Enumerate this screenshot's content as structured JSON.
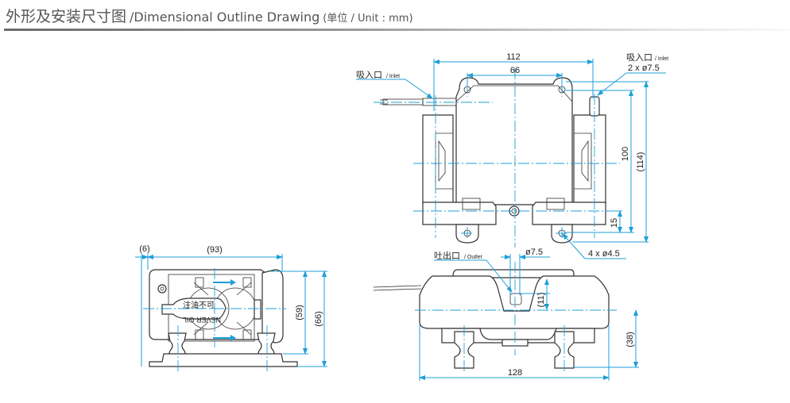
{
  "header": {
    "title_cn": "外形及安装尺寸图",
    "title_en": "/Dimensional Outline Drawing",
    "unit": "(单位 / Unit : mm)"
  },
  "colors": {
    "dimension_line": "#1e9fd8",
    "outline": "#333333",
    "title_text": "#555555"
  },
  "top_view": {
    "inlet_left_cn": "吸入口",
    "inlet_left_en": "/ Inlet",
    "inlet_right_cn": "吸入口",
    "inlet_right_en": "/ Inlet",
    "inlet_right_spec": "2 x ø7.5",
    "dim_overall_width": "112",
    "dim_hole_pitch": "66",
    "dim_height": "100",
    "dim_overall_height": "(114)",
    "dim_foot": "15",
    "mount_holes": "4 x ø4.5"
  },
  "side_view": {
    "dim_offset": "(6)",
    "dim_width": "(93)",
    "dim_inner_height": "(59)",
    "dim_height": "(66)",
    "label_cn": "注油不可",
    "label_en": "NEVER OIL"
  },
  "front_view": {
    "outlet_cn": "吐出口",
    "outlet_en": "/ Outlet",
    "dim_outlet_dia": "ø7.5",
    "dim_outlet_height": "(11)",
    "dim_height": "(38)",
    "dim_width": "128"
  }
}
